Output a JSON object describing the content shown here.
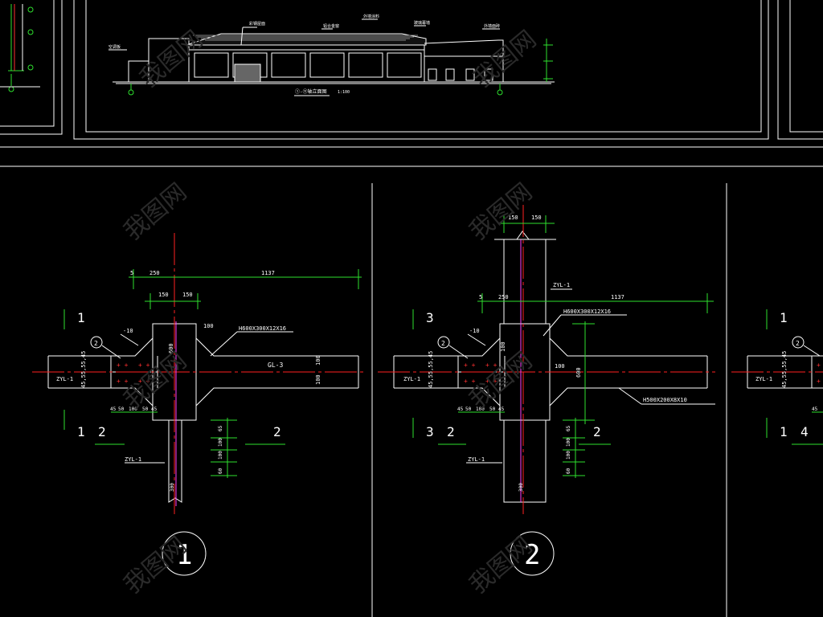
{
  "elevation": {
    "caption": "①-⑪轴立面图",
    "scale": "1:100",
    "labels": [
      "彩钢屋面",
      "铝合金窗",
      "外墙涂料",
      "玻璃幕墙",
      "外墙面砖",
      "空调板"
    ]
  },
  "details": [
    {
      "circle_number": "1",
      "section_marks": [
        "1",
        "1",
        "2",
        "2"
      ],
      "dims_top": [
        "5",
        "250",
        "1137",
        "150",
        "150"
      ],
      "plate": "-10",
      "beam_spec": "H600X300X12X16",
      "beam_name": "GL-3",
      "dims_right": [
        "100",
        "100"
      ],
      "dim_vertical": "600",
      "dim_top_small": "100",
      "bolt_mark": "2",
      "left_member": "ZYL-1",
      "left_dims": "45,55,55,45",
      "bottom_dims": [
        "45",
        "50",
        "100",
        "50",
        "45"
      ],
      "column_name": "ZYL-1",
      "col_dims": [
        "65",
        "100",
        "100",
        "60"
      ],
      "col_dim_bottom": "300"
    },
    {
      "circle_number": "2",
      "section_marks": [
        "3",
        "3",
        "2",
        "2"
      ],
      "dims_top": [
        "5",
        "250",
        "1137",
        "150",
        "150"
      ],
      "plate": "-10",
      "beam_spec": "H600X300X12X16",
      "beam_spec2": "H500X200X8X10",
      "column_top_name": "ZYL-1",
      "dims_right": [
        "100"
      ],
      "dim_vertical": "600",
      "dim_top_small": "100",
      "bolt_mark": "2",
      "left_member": "ZYL-1",
      "left_dims": "45,55,55,45",
      "bottom_dims": [
        "45",
        "50",
        "100",
        "50",
        "45"
      ],
      "column_name": "ZYL-1",
      "col_dims": [
        "65",
        "100",
        "100",
        "60"
      ],
      "col_dim_bottom": "300"
    },
    {
      "section_marks": [
        "1",
        "1",
        "4"
      ],
      "bolt_mark": "2",
      "left_member": "ZYL-1",
      "left_dims": "45,55,55,45",
      "bottom_dims": [
        "45"
      ]
    }
  ],
  "watermark": "我图网"
}
